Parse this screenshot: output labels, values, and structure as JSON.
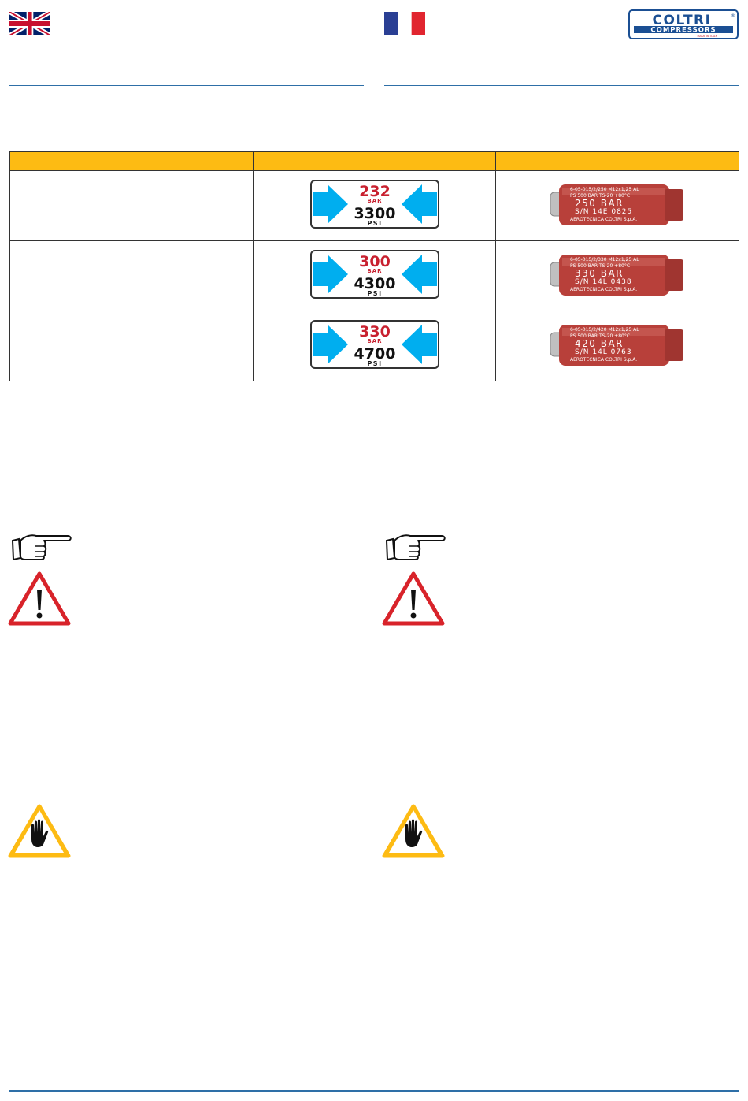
{
  "header": {
    "brand": {
      "name": "COLTRI",
      "registered": "®",
      "sub": "COMPRESSORS",
      "tagline": "MADE IN ITALY"
    }
  },
  "valves": [
    {
      "bar": "232",
      "bar_unit": "BAR",
      "psi": "3300",
      "psi_unit": "PSI",
      "engraving": [
        "6-05-015/2/250 M12x1,25 AL",
        "PS 500 BAR TS-20 +80°C",
        "250 BAR",
        "S/N 14E 0825",
        "AEROTECNICA COLTRI S.p.A."
      ]
    },
    {
      "bar": "300",
      "bar_unit": "BAR",
      "psi": "4300",
      "psi_unit": "PSI",
      "engraving": [
        "6-05-015/2/330 M12x1,25 AL",
        "PS 500 BAR TS-20 +80°C",
        "330 BAR",
        "S/N 14L 0438",
        "AEROTECNICA COLTRI S.p.A."
      ]
    },
    {
      "bar": "330",
      "bar_unit": "BAR",
      "psi": "4700",
      "psi_unit": "PSI",
      "engraving": [
        "6-05-015/2/420 M12x1,25 AL",
        "PS 500 BAR TS-20 +80°C",
        "420 BAR",
        "S/N 14L 0763",
        "AEROTECNICA COLTRI S.p.A."
      ]
    }
  ],
  "colors": {
    "rule": "#2e6fa7",
    "table_header": "#fdbb13",
    "label_arrow": "#00aeef",
    "label_bar_text": "#c8202f",
    "warning_red": "#d8232a",
    "caution_yellow": "#fdbb13",
    "valve_body": "#b8403a"
  },
  "icons": {
    "pointing_hand": "pointing-hand-icon",
    "warning": "warning-triangle-icon",
    "stop_hand": "stop-hand-icon",
    "flag_uk": "uk-flag-icon",
    "flag_fr": "french-flag-icon"
  }
}
